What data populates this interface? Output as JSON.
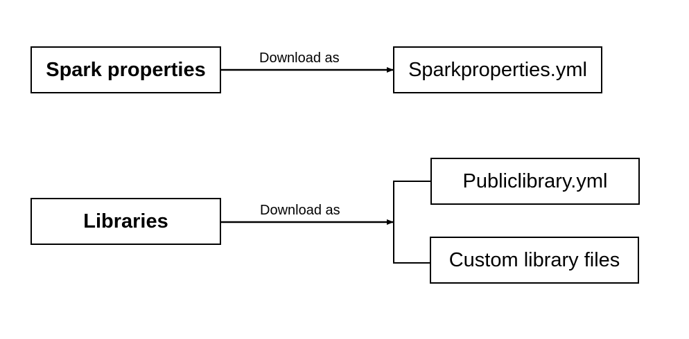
{
  "diagram": {
    "nodes": {
      "spark_properties": "Spark properties",
      "sparkproperties_yml": "Sparkproperties.yml",
      "libraries": "Libraries",
      "publiclibrary_yml": "Publiclibrary.yml",
      "custom_library_files": "Custom library files"
    },
    "edges": [
      {
        "from": "Spark properties",
        "to": "Sparkproperties.yml",
        "label": "Download as"
      },
      {
        "from": "Libraries",
        "to": [
          "Publiclibrary.yml",
          "Custom library files"
        ],
        "label": "Download as"
      }
    ],
    "colors": {
      "stroke": "#000000",
      "background": "#ffffff"
    }
  }
}
